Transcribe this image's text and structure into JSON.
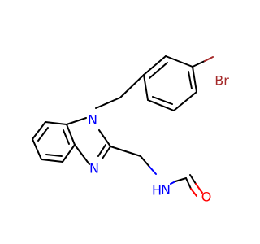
{
  "molecule": {
    "atoms": {
      "br": {
        "label": "Br",
        "color": "#a52a2a"
      },
      "n1": {
        "label": "N",
        "color": "#0000ff"
      },
      "n3": {
        "label": "N",
        "color": "#0000ff"
      },
      "namide": {
        "label": "N",
        "color": "#0000ff"
      },
      "namide_h": {
        "label": "H",
        "color": "#0000ff"
      },
      "o": {
        "label": "O",
        "color": "#ff0000"
      }
    }
  }
}
